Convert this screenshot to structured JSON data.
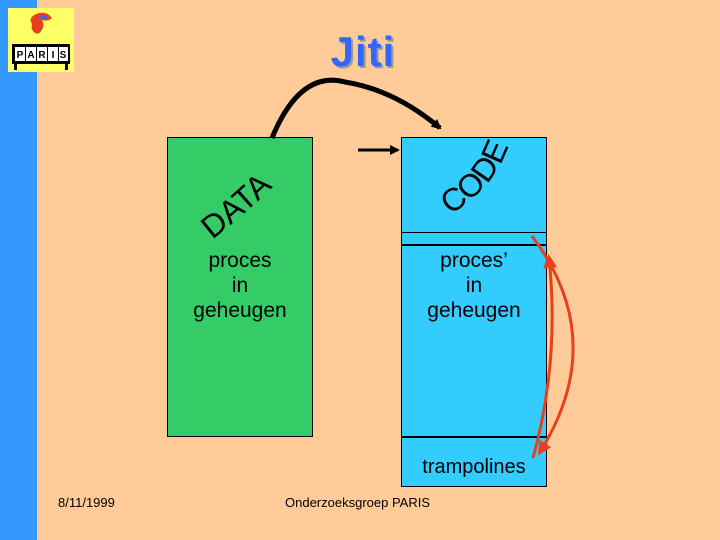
{
  "slide": {
    "title": "Jiti",
    "footer_date": "8/11/1999",
    "footer_group": "Onderzoeksgroep PARIS"
  },
  "logo": {
    "text": "PARIS",
    "letters": [
      "P",
      "A",
      "R",
      "I",
      "S"
    ]
  },
  "left_box": {
    "label": "proces\nin\ngeheugen",
    "arc_label": "DATA",
    "color": "#33CC66"
  },
  "right_box": {
    "label": "proces’\nin\ngeheugen",
    "arc_label": "CODE",
    "color": "#33CCFF"
  },
  "trampoline_box": {
    "label": "trampolines"
  },
  "colors": {
    "background": "#FFCC99",
    "sidebar": "#3399FF",
    "title": "#3366FF",
    "red_arrow": "#E8401C"
  }
}
